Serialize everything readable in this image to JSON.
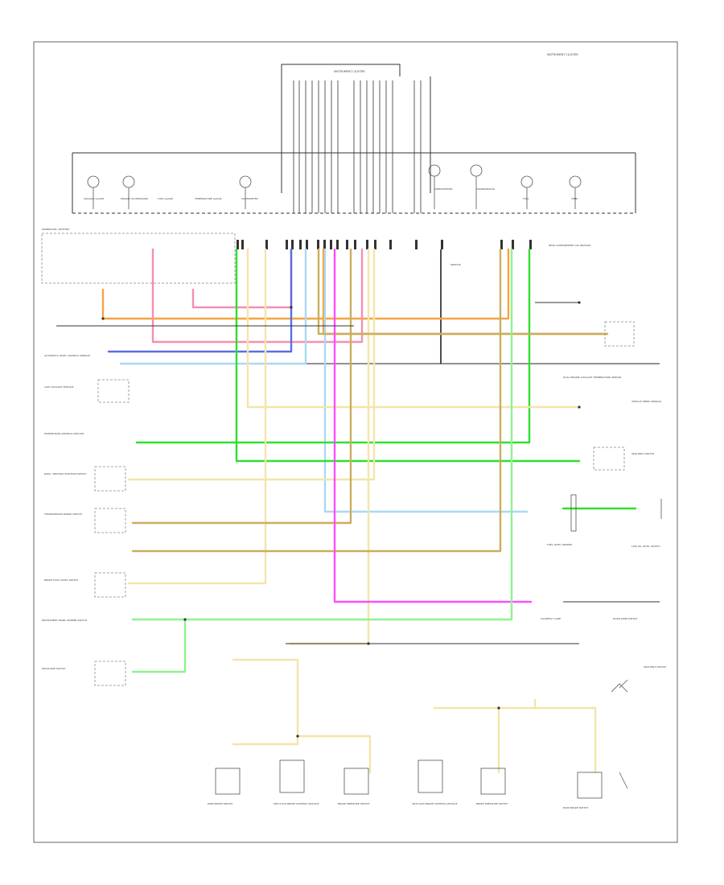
{
  "header": {
    "title": "INSTRUMENT CLUSTER"
  },
  "footer": {
    "code": ""
  },
  "cluster": {
    "label": "INSTRUMENT CLUSTER"
  },
  "labels": {
    "gauges": [
      "VOLTAGE GAUGE",
      "ENGINE OIL PRESSURE",
      "FUEL GAUGE",
      "TEMPERATURE GAUGE",
      "TACHOMETER",
      "SPEEDOMETER",
      "TRANSMISSION",
      "FUEL",
      "TEMP",
      "SERVICE"
    ],
    "left_components": [
      "GENERATOR / BATTERY",
      "AUTOMATIC LEVEL CONTROL SENSOR",
      "LOW COOLANT MODULE",
      "POWERTRAIN CONTROL MODULE",
      "PARK / NEUTRAL POSITION SWITCH",
      "TRANSMISSION RANGE SWITCH",
      "BRAKE FLUID LEVEL SWITCH",
      "INSTRUMENT PANEL DIMMER SWITCH",
      "HEADLAMP SWITCH"
    ],
    "right_components": [
      "REAR COMPARTMENT LID RELEASE",
      "DUAL ENGINE COOLANT TEMPERATURE SENSOR",
      "VEHICLE SPEED SENSOR",
      "SEAT BELT SWITCH",
      "FUEL LEVEL SENDER",
      "LOW OIL LEVEL SWITCH",
      "COURTESY LAMP",
      "DOOR JAMB SWITCH"
    ],
    "bottom_components": [
      "PARK BRAKE SWITCH",
      "ANTI-LOCK BRAKE CONTROL MODULE",
      "BRAKE PRESSURE SWITCH",
      "ANTI-LOCK BRAKE CONTROL MODULE",
      "BRAKE PRESSURE SWITCH",
      "PARK BRAKE SWITCH",
      "SEAT BELT SWITCH"
    ]
  },
  "colors": {
    "orange": "#f6a341",
    "pink": "#f48fb1",
    "blue": "#5b6ee1",
    "light_blue": "#a9d9f2",
    "green": "#2ee02e",
    "yellow": "#f4e4a8",
    "tan": "#c9ae5f",
    "magenta": "#ff4dff",
    "lime": "#8ff28f",
    "black": "#222222"
  }
}
